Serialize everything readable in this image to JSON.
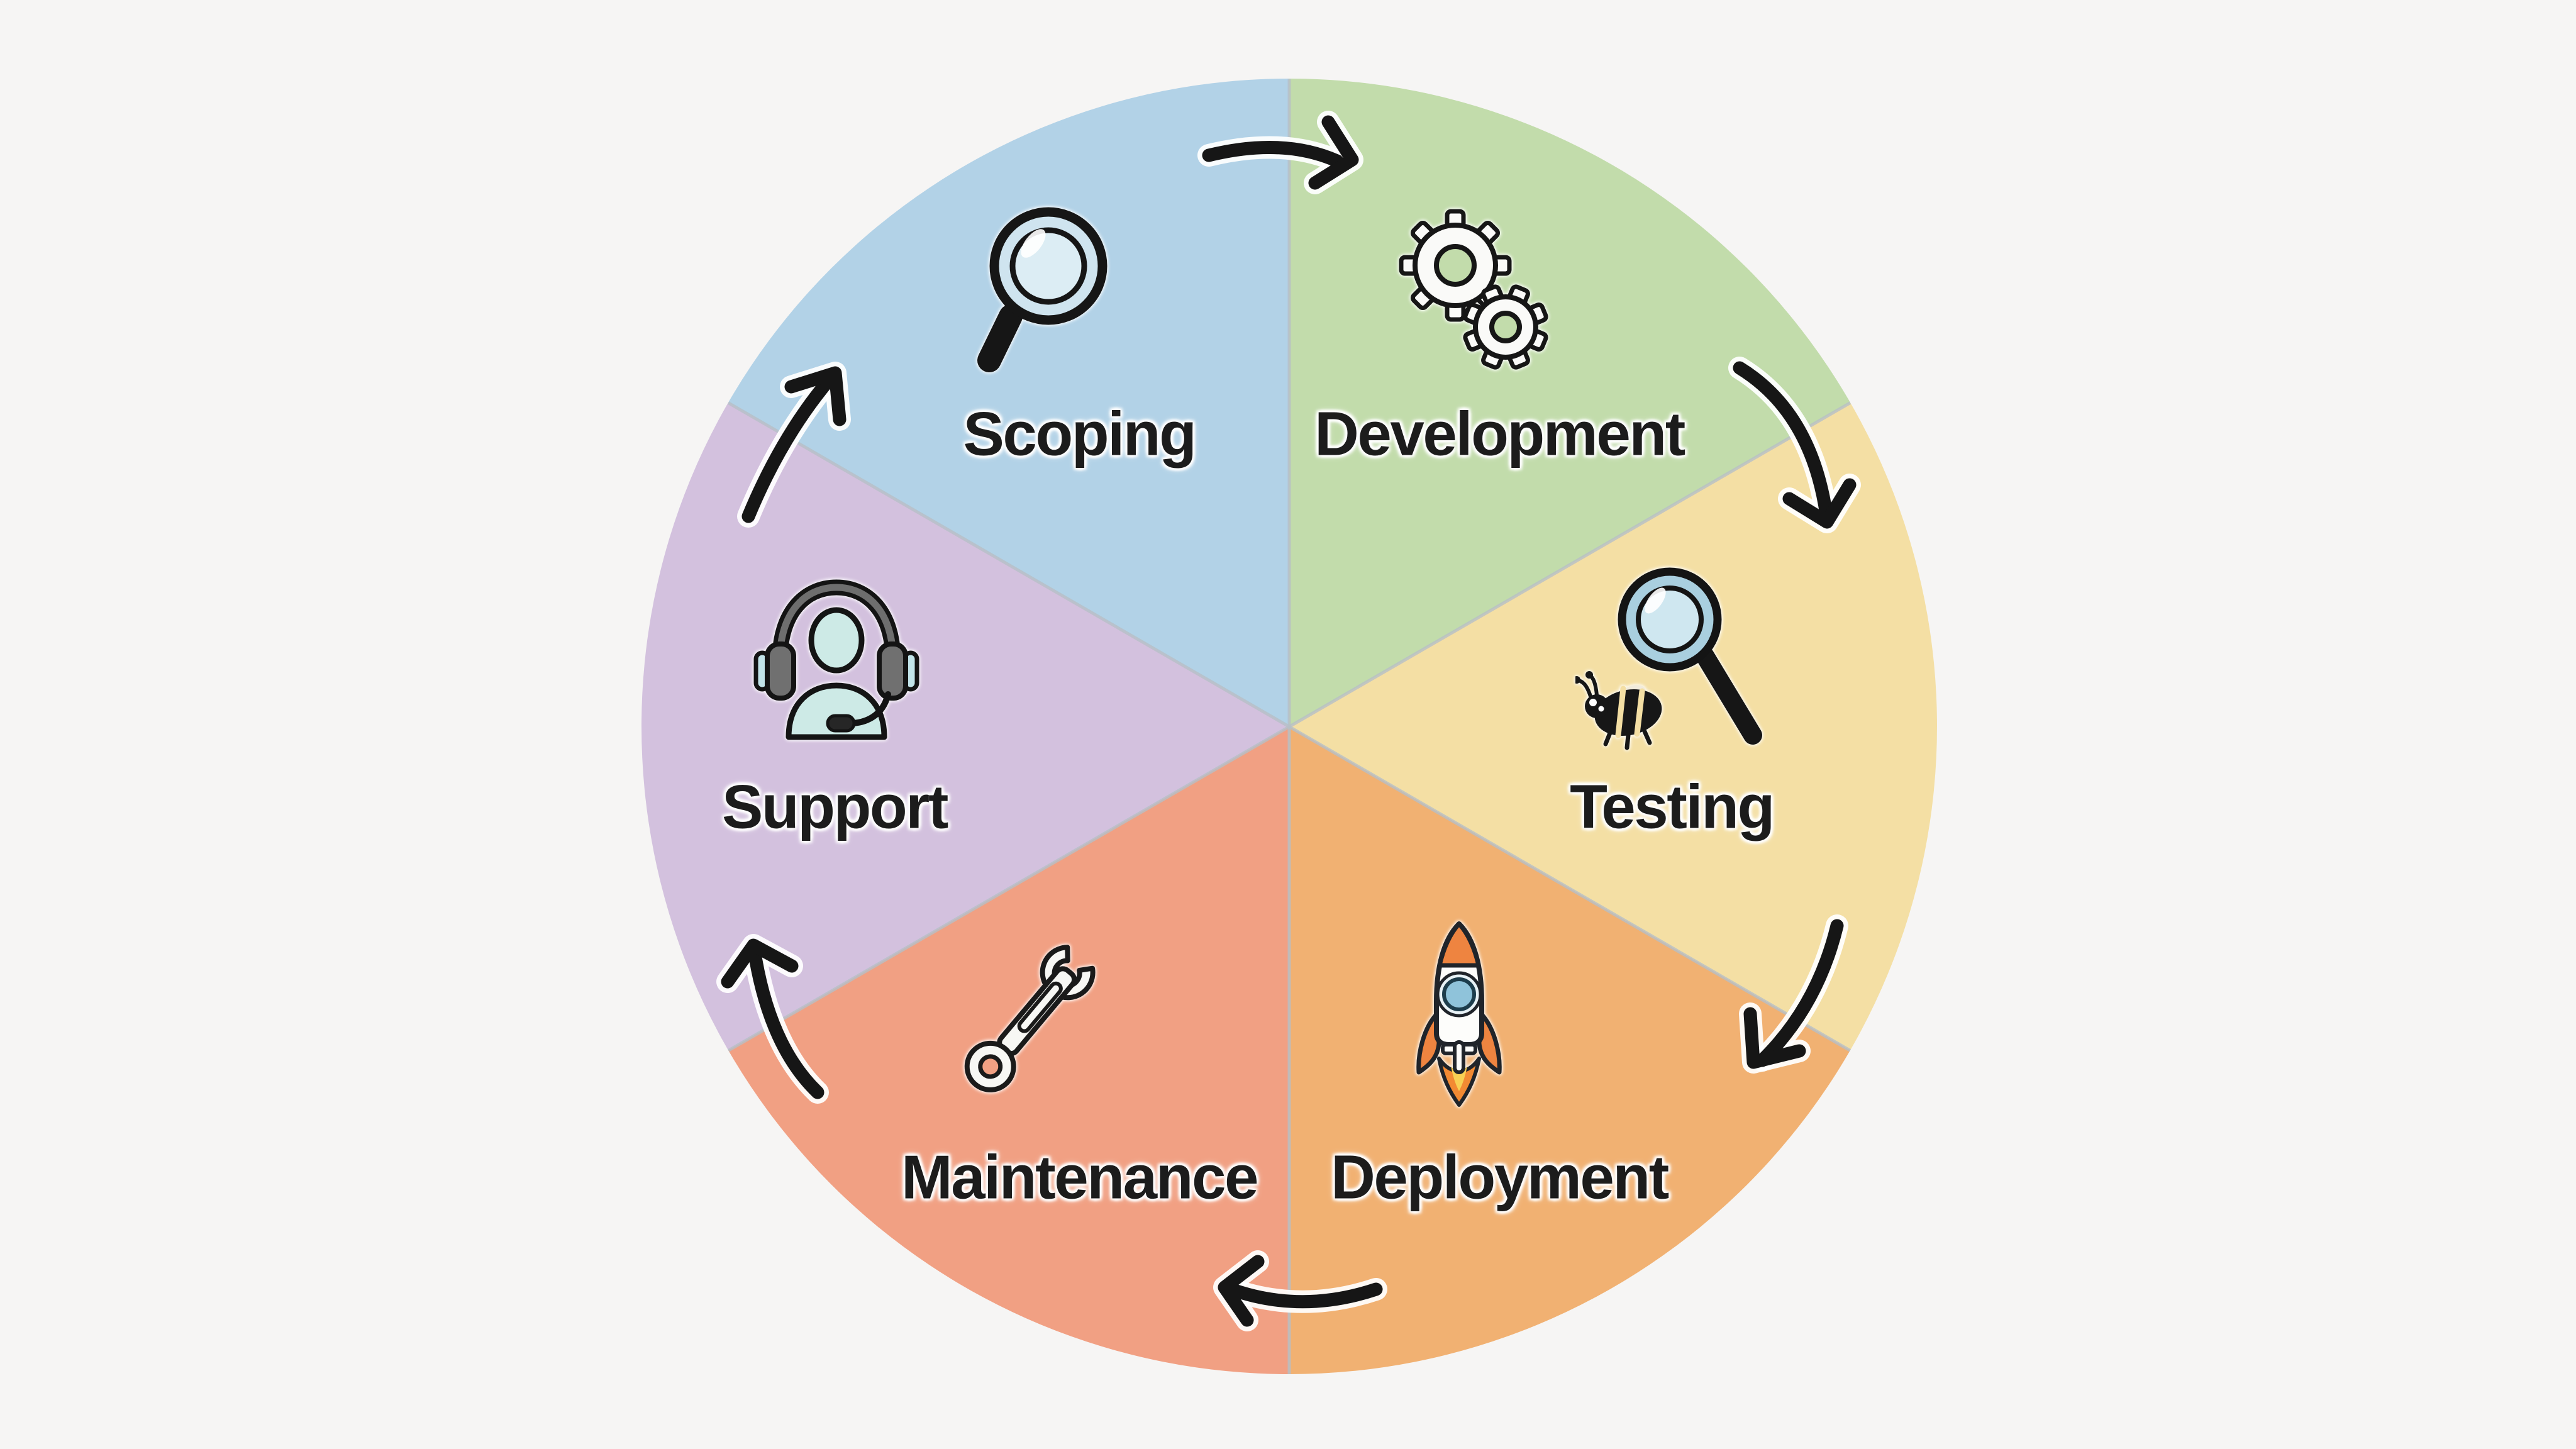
{
  "diagram": {
    "type": "cycle",
    "direction": "clockwise",
    "background_color": "#f6f5f4",
    "text_color": "#1c1c1c",
    "arrow_color": "#161616",
    "divider_color": "#b6bfc7",
    "stages": [
      {
        "label": "Scoping",
        "color": "#b2d2e7",
        "icon": "magnifier-icon"
      },
      {
        "label": "Development",
        "color": "#c2dcab",
        "icon": "gears-icon"
      },
      {
        "label": "Testing",
        "color": "#f4dfa4",
        "icon": "bug-under-magnifier-icon"
      },
      {
        "label": "Deployment",
        "color": "#f1b172",
        "icon": "rocket-icon"
      },
      {
        "label": "Maintenance",
        "color": "#f1a083",
        "icon": "wrench-icon"
      },
      {
        "label": "Support",
        "color": "#d3c1de",
        "icon": "support-agent-headset-icon"
      }
    ]
  }
}
